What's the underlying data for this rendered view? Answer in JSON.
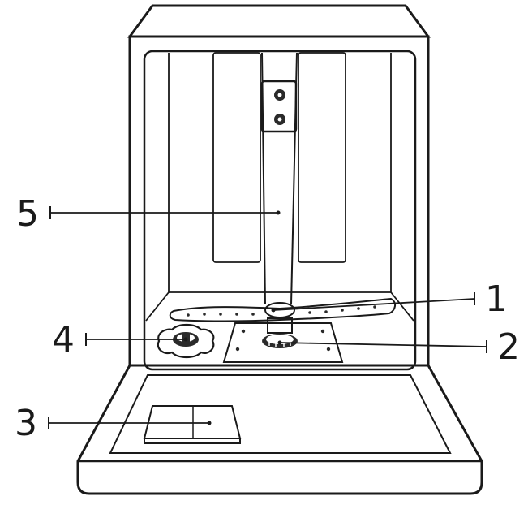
{
  "callouts": [
    {
      "id": "1",
      "label": "1"
    },
    {
      "id": "2",
      "label": "2"
    },
    {
      "id": "3",
      "label": "3"
    },
    {
      "id": "4",
      "label": "4"
    },
    {
      "id": "5",
      "label": "5"
    }
  ],
  "colors": {
    "line": "#1a1a1a",
    "background": "#ffffff",
    "panel": "#ffffff",
    "detail": "#2a2a2a"
  }
}
